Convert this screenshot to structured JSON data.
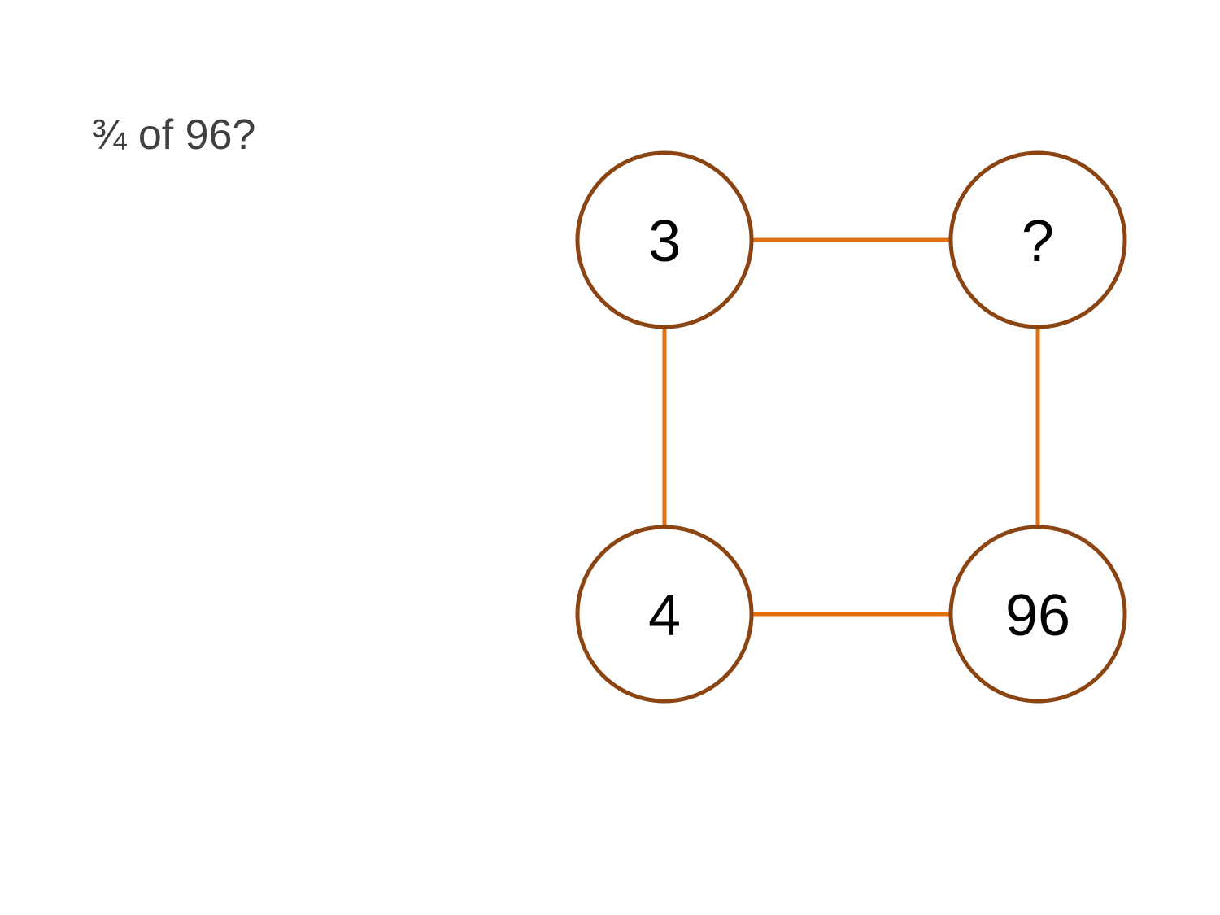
{
  "question": {
    "text": "¾ of 96?"
  },
  "diagram": {
    "colors": {
      "node_stroke": "#8B4513",
      "edge_stroke": "#E07010",
      "node_fill": "#FFFFFF",
      "label": "#000000",
      "question_text": "#404040"
    },
    "nodes": [
      {
        "id": "top-left",
        "label": "3"
      },
      {
        "id": "top-right",
        "label": "?"
      },
      {
        "id": "bottom-left",
        "label": "4"
      },
      {
        "id": "bottom-right",
        "label": "96"
      }
    ],
    "edges": [
      {
        "from": "top-left",
        "to": "top-right"
      },
      {
        "from": "top-left",
        "to": "bottom-left"
      },
      {
        "from": "top-right",
        "to": "bottom-right"
      },
      {
        "from": "bottom-left",
        "to": "bottom-right"
      }
    ]
  }
}
